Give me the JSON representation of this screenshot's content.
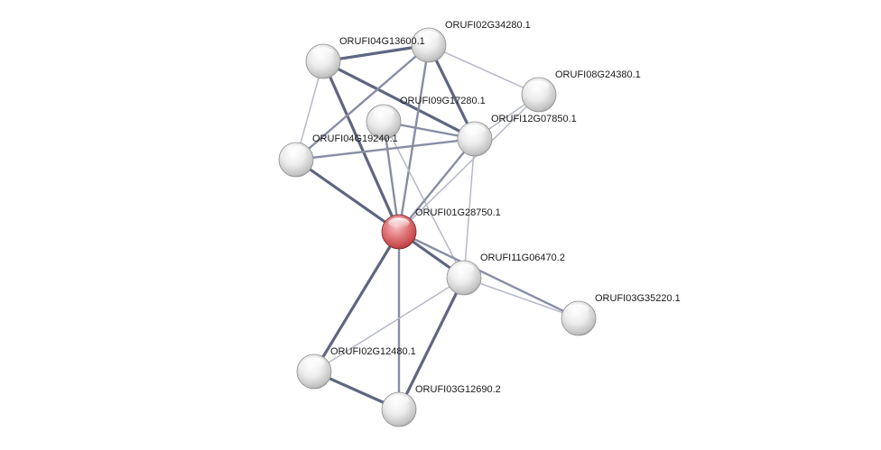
{
  "network": {
    "query_node": "ORUFI01G28750.1",
    "nodes": [
      {
        "id": "n1",
        "label": "ORUFI01G28750.1",
        "query": true
      },
      {
        "id": "n2",
        "label": "ORUFI02G34280.1"
      },
      {
        "id": "n3",
        "label": "ORUFI04G13600.1"
      },
      {
        "id": "n4",
        "label": "ORUFI08G24380.1"
      },
      {
        "id": "n5",
        "label": "ORUFI09G17280.1"
      },
      {
        "id": "n6",
        "label": "ORUFI12G07850.1"
      },
      {
        "id": "n7",
        "label": "ORUFI04G19240.1"
      },
      {
        "id": "n8",
        "label": "ORUFI11G06470.2"
      },
      {
        "id": "n9",
        "label": "ORUFI03G35220.1"
      },
      {
        "id": "n10",
        "label": "ORUFI02G12480.1"
      },
      {
        "id": "n11",
        "label": "ORUFI03G12690.2"
      }
    ],
    "edges": [
      {
        "source": "n3",
        "target": "n2",
        "strength": "high"
      },
      {
        "source": "n3",
        "target": "n6",
        "strength": "high"
      },
      {
        "source": "n3",
        "target": "n1",
        "strength": "high"
      },
      {
        "source": "n3",
        "target": "n7",
        "strength": "low"
      },
      {
        "source": "n2",
        "target": "n6",
        "strength": "high"
      },
      {
        "source": "n2",
        "target": "n4",
        "strength": "low"
      },
      {
        "source": "n2",
        "target": "n7",
        "strength": "medium"
      },
      {
        "source": "n2",
        "target": "n1",
        "strength": "medium"
      },
      {
        "source": "n5",
        "target": "n6",
        "strength": "medium"
      },
      {
        "source": "n5",
        "target": "n1",
        "strength": "medium"
      },
      {
        "source": "n5",
        "target": "n8",
        "strength": "low"
      },
      {
        "source": "n7",
        "target": "n6",
        "strength": "medium"
      },
      {
        "source": "n7",
        "target": "n1",
        "strength": "high"
      },
      {
        "source": "n4",
        "target": "n6",
        "strength": "low"
      },
      {
        "source": "n4",
        "target": "n1",
        "strength": "low"
      },
      {
        "source": "n6",
        "target": "n1",
        "strength": "medium"
      },
      {
        "source": "n6",
        "target": "n8",
        "strength": "low"
      },
      {
        "source": "n1",
        "target": "n8",
        "strength": "high"
      },
      {
        "source": "n1",
        "target": "n9",
        "strength": "medium"
      },
      {
        "source": "n1",
        "target": "n10",
        "strength": "high"
      },
      {
        "source": "n1",
        "target": "n11",
        "strength": "medium"
      },
      {
        "source": "n8",
        "target": "n9",
        "strength": "low"
      },
      {
        "source": "n8",
        "target": "n10",
        "strength": "low"
      },
      {
        "source": "n8",
        "target": "n11",
        "strength": "high"
      },
      {
        "source": "n10",
        "target": "n11",
        "strength": "high"
      }
    ]
  },
  "colors": {
    "edge_high": "#5f6680",
    "edge_medium": "#878da4",
    "edge_low": "#b6b9c7",
    "node_default": "#e6e6e6",
    "node_query": "#e08a8c"
  }
}
